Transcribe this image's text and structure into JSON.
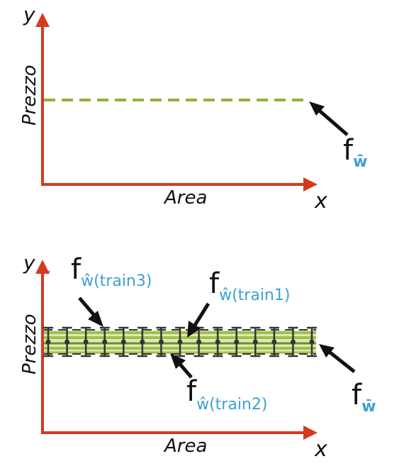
{
  "colors": {
    "axis": "#d63a1e",
    "fit_line": "#8fb33a",
    "band": "#b7d36a",
    "errorbar": "#333333",
    "label_text": "#111111",
    "subscript": "#3fa0d0",
    "arrow": "#111111"
  },
  "top_plot": {
    "y_axis_letter": "y",
    "x_axis_letter": "x",
    "y_label": "Prezzo",
    "x_label": "Area",
    "fit_label": {
      "f": "f",
      "sub": "w̄"
    }
  },
  "bottom_plot": {
    "y_axis_letter": "y",
    "x_axis_letter": "x",
    "y_label": "Prezzo",
    "x_label": "Area",
    "dot_mark": ".",
    "labels": {
      "train3": {
        "f": "f",
        "sub": "ŵ(train3)"
      },
      "train1": {
        "f": "f",
        "sub": "ŵ(train1)"
      },
      "train2": {
        "f": "f",
        "sub": "ŵ(train2)"
      },
      "mean": {
        "f": "f",
        "sub": "w̄"
      }
    },
    "errorbar_count": 15
  }
}
